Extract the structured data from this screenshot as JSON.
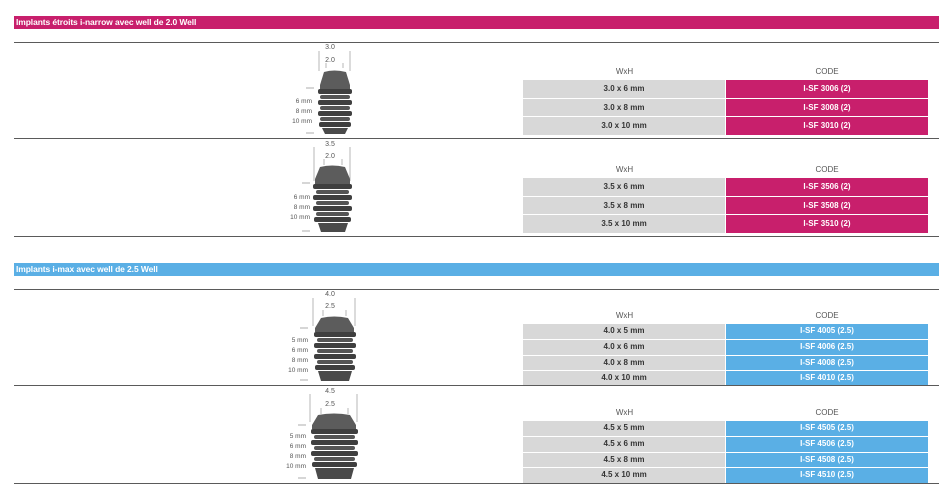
{
  "sections": [
    {
      "title": "Implants étroits i-narrow avec well de 2.0 Well",
      "color": "#c81f6c",
      "products": [
        {
          "outer_width": "3.0",
          "well": "2.0",
          "length_labels": [
            "6 mm",
            "8 mm",
            "10 mm"
          ],
          "table": {
            "col_size": "WxH",
            "col_code": "CODE",
            "rows": [
              {
                "size": "3.0 x 6 mm",
                "code": "I-SF 3006 (2)"
              },
              {
                "size": "3.0 x 8 mm",
                "code": "I-SF 3008 (2)"
              },
              {
                "size": "3.0 x 10 mm",
                "code": "I-SF 3010 (2)"
              }
            ]
          }
        },
        {
          "outer_width": "3.5",
          "well": "2.0",
          "length_labels": [
            "6 mm",
            "8 mm",
            "10 mm"
          ],
          "table": {
            "col_size": "WxH",
            "col_code": "CODE",
            "rows": [
              {
                "size": "3.5 x 6 mm",
                "code": "I-SF 3506 (2)"
              },
              {
                "size": "3.5 x 8 mm",
                "code": "I-SF 3508 (2)"
              },
              {
                "size": "3.5 x 10 mm",
                "code": "I-SF 3510 (2)"
              }
            ]
          }
        }
      ]
    },
    {
      "title": "Implants i-max avec well de 2.5 Well",
      "color": "#5aafe5",
      "products": [
        {
          "outer_width": "4.0",
          "well": "2.5",
          "length_labels": [
            "5 mm",
            "6 mm",
            "8 mm",
            "10 mm"
          ],
          "table": {
            "col_size": "WxH",
            "col_code": "CODE",
            "rows": [
              {
                "size": "4.0 x 5 mm",
                "code": "I-SF 4005 (2.5)"
              },
              {
                "size": "4.0 x 6 mm",
                "code": "I-SF 4006 (2.5)"
              },
              {
                "size": "4.0 x 8 mm",
                "code": "I-SF 4008 (2.5)"
              },
              {
                "size": "4.0 x 10 mm",
                "code": "I-SF 4010 (2.5)"
              }
            ]
          }
        },
        {
          "outer_width": "4.5",
          "well": "2.5",
          "length_labels": [
            "5 mm",
            "6 mm",
            "8 mm",
            "10 mm"
          ],
          "table": {
            "col_size": "WxH",
            "col_code": "CODE",
            "rows": [
              {
                "size": "4.5 x 5 mm",
                "code": "I-SF 4505 (2.5)"
              },
              {
                "size": "4.5 x 6 mm",
                "code": "I-SF 4506 (2.5)"
              },
              {
                "size": "4.5 x 8 mm",
                "code": "I-SF 4508 (2.5)"
              },
              {
                "size": "4.5 x 10 mm",
                "code": "I-SF 4510 (2.5)"
              }
            ]
          }
        }
      ]
    }
  ]
}
